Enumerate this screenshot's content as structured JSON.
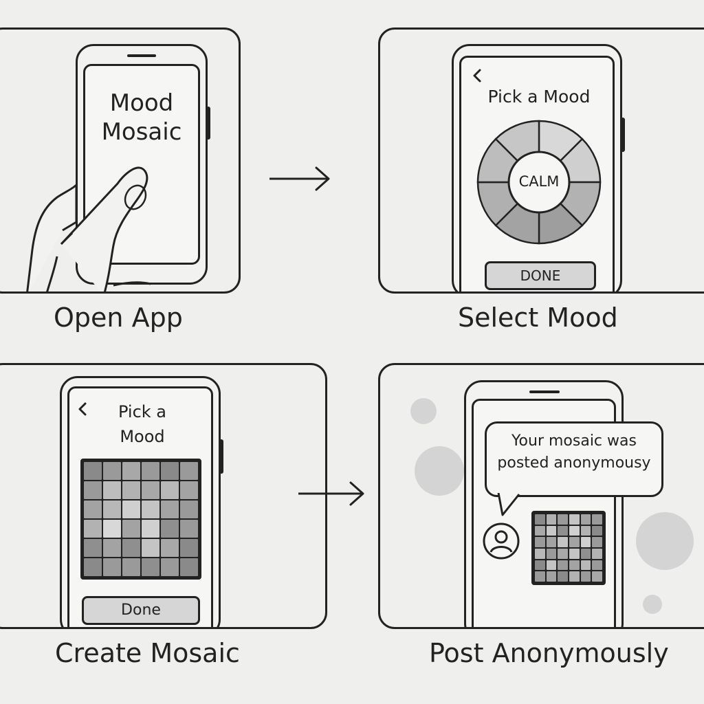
{
  "steps": [
    {
      "caption": "Open App",
      "screen_title_line1": "Mood",
      "screen_title_line2": "Mosaic"
    },
    {
      "caption": "Select Mood",
      "screen_title": "Pick a Mood",
      "wheel_center": "CALM",
      "done_label": "DONE"
    },
    {
      "caption": "Create Mosaic",
      "screen_title_line1": "Pick a",
      "screen_title_line2": "Mood",
      "done_label": "Done",
      "mosaic_shades": [
        "#8a8a8a",
        "#9a9a9a",
        "#a8a8a8",
        "#9a9a9a",
        "#8a8a8a",
        "#9a9a9a",
        "#9a9a9a",
        "#bdbdbd",
        "#b2b2b2",
        "#a8a8a8",
        "#b8b8b8",
        "#a3a3a3",
        "#a3a3a3",
        "#b8b8b8",
        "#cfcfcf",
        "#c4c4c4",
        "#a3a3a3",
        "#9a9a9a",
        "#b2b2b2",
        "#d8d8d8",
        "#a3a3a3",
        "#d0d0d0",
        "#8f8f8f",
        "#9a9a9a",
        "#8f8f8f",
        "#a3a3a3",
        "#8f8f8f",
        "#c4c4c4",
        "#a8a8a8",
        "#8a8a8a",
        "#8a8a8a",
        "#9a9a9a",
        "#9a9a9a",
        "#8f8f8f",
        "#9a9a9a",
        "#8a8a8a"
      ]
    },
    {
      "caption": "Post Anonymously",
      "bubble_line1": "Your mosaic was",
      "bubble_line2": "posted anonymousy",
      "mosaic_shades": [
        "#8a8a8a",
        "#b2b2b2",
        "#9a9a9a",
        "#c4c4c4",
        "#a3a3a3",
        "#9a9a9a",
        "#a8a8a8",
        "#c8c8c8",
        "#8f8f8f",
        "#d0d0d0",
        "#b2b2b2",
        "#8a8a8a",
        "#9a9a9a",
        "#a3a3a3",
        "#c4c4c4",
        "#a3a3a3",
        "#d0d0d0",
        "#9a9a9a",
        "#b8b8b8",
        "#9a9a9a",
        "#a8a8a8",
        "#c4c4c4",
        "#8f8f8f",
        "#b2b2b2",
        "#8a8a8a",
        "#c4c4c4",
        "#9a9a9a",
        "#a3a3a3",
        "#b8b8b8",
        "#9a9a9a",
        "#9a9a9a",
        "#a3a3a3",
        "#8a8a8a",
        "#b2b2b2",
        "#9a9a9a",
        "#a8a8a8"
      ]
    }
  ],
  "colors": {
    "ink": "#222222",
    "background": "#efefee",
    "button_fill": "#d6d6d6",
    "bubble_dots": "#d4d4d4"
  },
  "icons": [
    "hand-tap-icon",
    "arrow-right-icon",
    "back-chevron-icon",
    "mood-wheel-icon",
    "user-avatar-icon"
  ]
}
